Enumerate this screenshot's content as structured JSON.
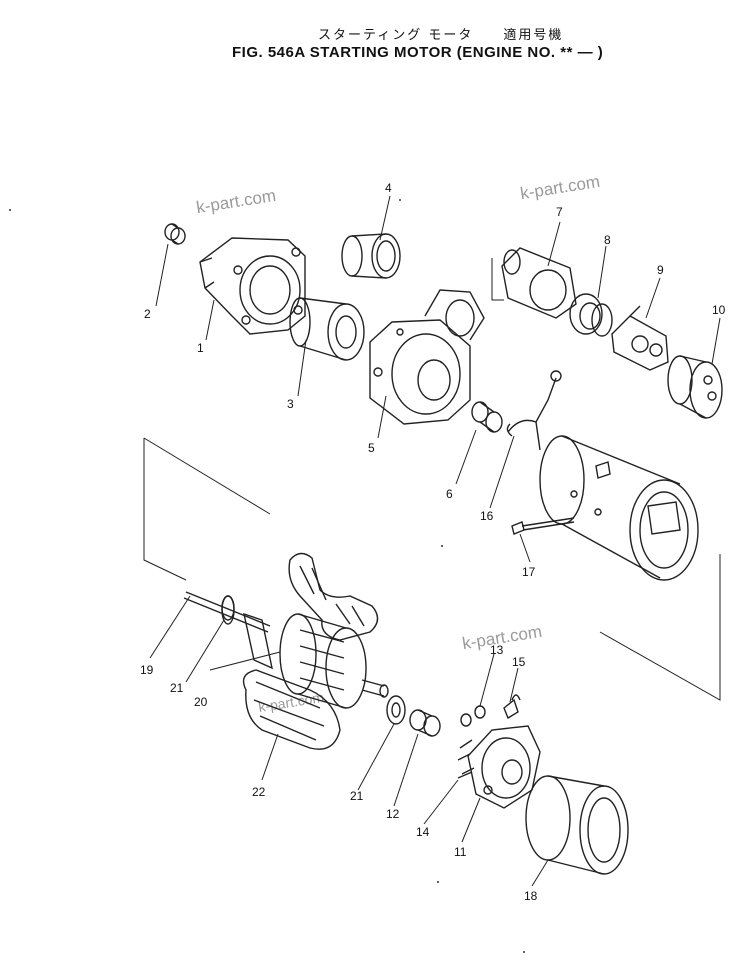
{
  "header": {
    "title_jp": "スターティング モータ　　適用号機",
    "title_en": "FIG. 546A  STARTING MOTOR (ENGINE NO.  ** — )"
  },
  "watermarks": [
    "k-part.com",
    "k-part.com",
    "k-part.com",
    "k-part.com"
  ],
  "callouts": [
    "1",
    "2",
    "3",
    "4",
    "5",
    "6",
    "7",
    "8",
    "9",
    "10",
    "11",
    "12",
    "13",
    "14",
    "15",
    "16",
    "17",
    "18",
    "19",
    "20",
    "21",
    "21",
    "22"
  ]
}
